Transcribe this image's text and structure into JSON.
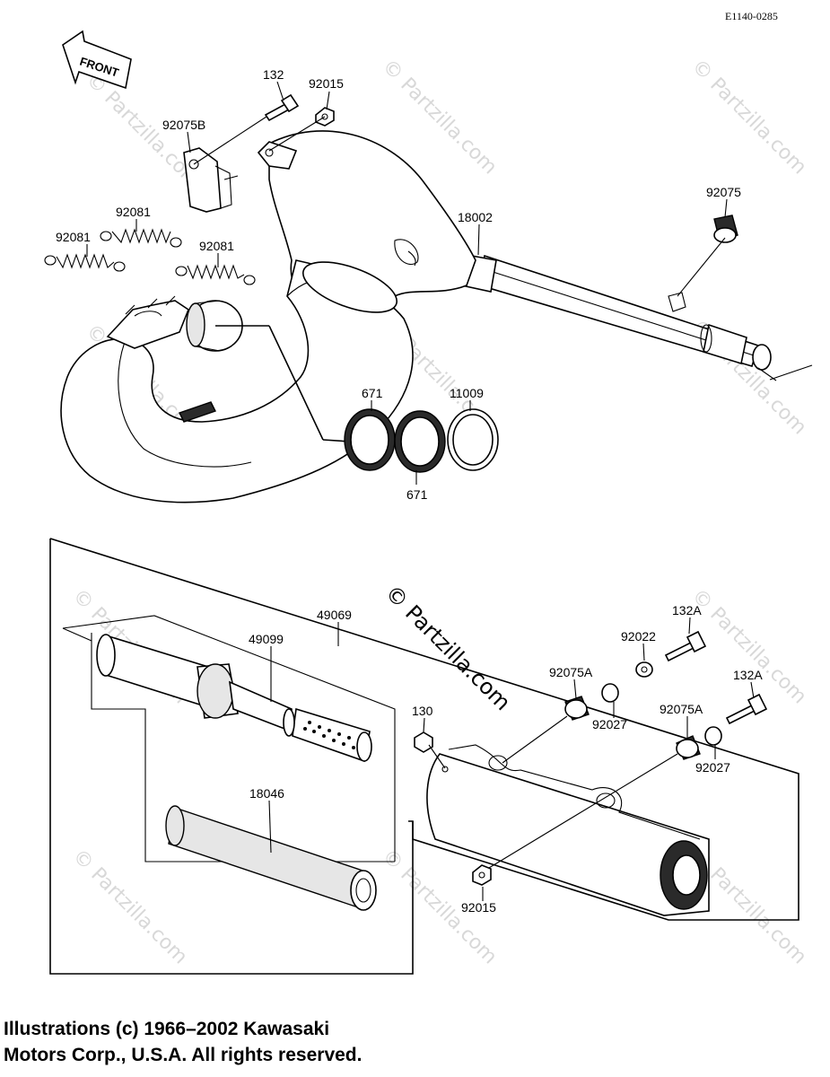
{
  "drawing_code": "E1140-0285",
  "front_label": "FRONT",
  "watermark_center": "© Partzilla.com",
  "watermark_tile": "© Partzilla.com",
  "parts": {
    "p132": "132",
    "p92015_top": "92015",
    "p92075b": "92075B",
    "p92081_a": "92081",
    "p92081_b": "92081",
    "p92081_c": "92081",
    "p18002": "18002",
    "p92075": "92075",
    "p671_top": "671",
    "p11009": "11009",
    "p671_bottom": "671",
    "p49069": "49069",
    "p49099": "49099",
    "p18046": "18046",
    "p132a_top": "132A",
    "p92022": "92022",
    "p92075a_left": "92075A",
    "p92027_left": "92027",
    "p130": "130",
    "p132a_right": "132A",
    "p92075a_right": "92075A",
    "p92027_right": "92027",
    "p92015_bottom": "92015"
  },
  "copyright": {
    "line1": "Illustrations (c) 1966–2002 Kawasaki",
    "line2": "Motors Corp., U.S.A.  All rights reserved."
  }
}
